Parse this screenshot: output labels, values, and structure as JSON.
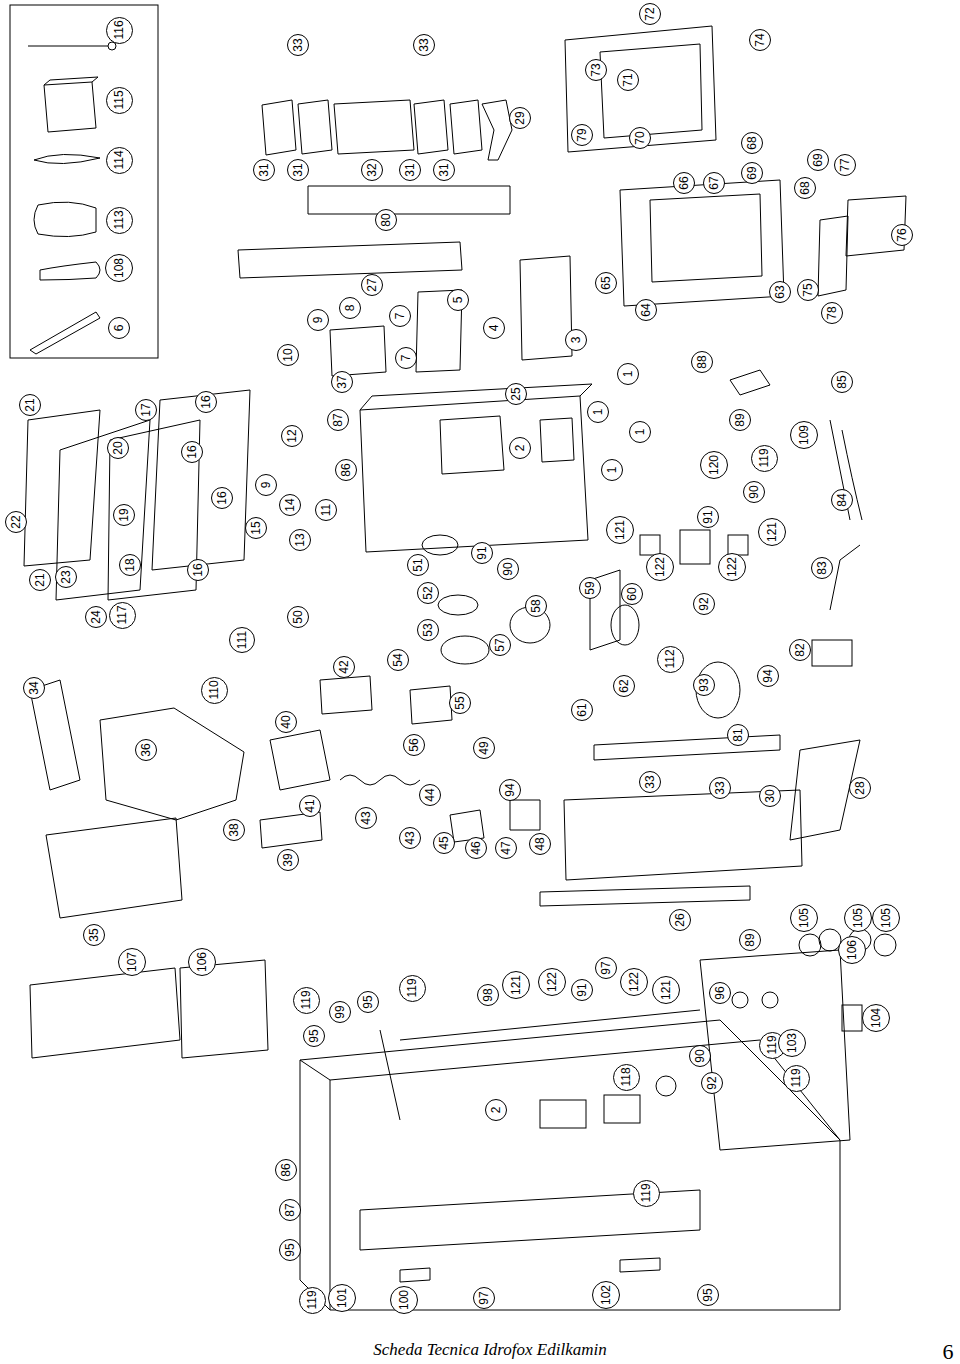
{
  "diagram": {
    "caption": "Scheda Tecnica Idrofox Edilkamin",
    "labels": [
      "116",
      "115",
      "114",
      "113",
      "108",
      "6",
      "33",
      "33",
      "31",
      "31",
      "32",
      "31",
      "31",
      "29",
      "80",
      "72",
      "73",
      "71",
      "74",
      "79",
      "70",
      "68",
      "69",
      "77",
      "66",
      "67",
      "69",
      "68",
      "76",
      "75",
      "63",
      "78",
      "65",
      "64",
      "5",
      "27",
      "8",
      "7",
      "7",
      "9",
      "10",
      "37",
      "4",
      "3",
      "88",
      "1",
      "1",
      "1",
      "1",
      "25",
      "2",
      "85",
      "89",
      "120",
      "119",
      "90",
      "109",
      "84",
      "87",
      "86",
      "12",
      "9",
      "14",
      "11",
      "13",
      "21",
      "20",
      "17",
      "16",
      "16",
      "16",
      "16",
      "15",
      "19",
      "22",
      "18",
      "21",
      "23",
      "24",
      "117",
      "51",
      "91",
      "90",
      "121",
      "91",
      "121",
      "122",
      "122",
      "83",
      "52",
      "58",
      "59",
      "60",
      "92",
      "50",
      "53",
      "57",
      "111",
      "112",
      "82",
      "34",
      "110",
      "42",
      "54",
      "55",
      "61",
      "62",
      "93",
      "94",
      "40",
      "56",
      "49",
      "81",
      "36",
      "33",
      "33",
      "30",
      "28",
      "41",
      "43",
      "44",
      "94",
      "38",
      "43",
      "45",
      "46",
      "47",
      "48",
      "39",
      "26",
      "105",
      "105",
      "105",
      "106",
      "35",
      "89",
      "107",
      "106",
      "119",
      "99",
      "95",
      "119",
      "98",
      "121",
      "122",
      "91",
      "97",
      "122",
      "121",
      "96",
      "95",
      "104",
      "90",
      "118",
      "92",
      "119",
      "103",
      "119",
      "2",
      "86",
      "87",
      "95",
      "119",
      "119",
      "101",
      "100",
      "97",
      "102",
      "95",
      "6"
    ]
  }
}
